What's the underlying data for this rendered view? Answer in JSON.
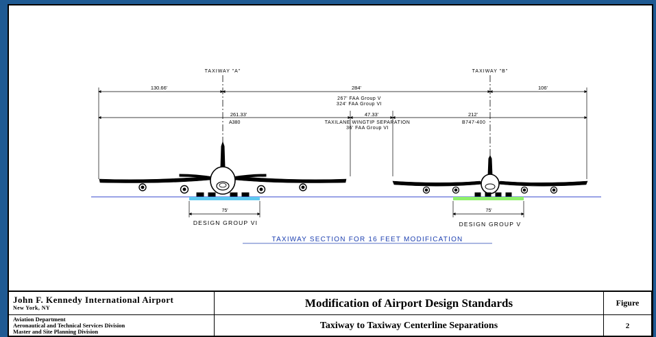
{
  "drawing": {
    "taxiway_a_label": "TAXIWAY \"A\"",
    "taxiway_b_label": "TAXIWAY \"B\"",
    "dim_left_offset": "130.66'",
    "dim_centerline_sep": "284'",
    "dim_faa_v": "267' FAA Group V",
    "dim_faa_vi": "324' FAA Group VI",
    "dim_right_offset": "106'",
    "dim_a380_half": "261.33'",
    "a380_label": "A380",
    "dim_wingtip": "47.33'",
    "wingtip_label": "TAXILANE WINGTIP SEPARATION",
    "wingtip_faa": "36' FAA Group VI",
    "dim_b747_half": "212'",
    "b747_label": "B747-400",
    "pavement_left_width": "75'",
    "pavement_right_width": "75'",
    "design_group_left": "DESIGN GROUP VI",
    "design_group_right": "DESIGN GROUP V",
    "section_title": "TAXIWAY SECTION FOR 16 FEET MODIFICATION",
    "colors": {
      "frame": "#1f5a93",
      "ground_line": "#3344cc",
      "pavement_left": "#5ec8f0",
      "pavement_right": "#8ef06a",
      "title_link": "#1c3fb0"
    }
  },
  "title_block": {
    "org_name": "John F. Kennedy International Airport",
    "org_location": "New York, NY",
    "dept_line1": "Aviation Department",
    "dept_line2": "Aeronautical and Technical Services Division",
    "dept_line3": "Master and Site Planning Division",
    "title": "Modification of Airport Design Standards",
    "subtitle": "Taxiway to Taxiway Centerline Separations",
    "figure_label": "Figure",
    "figure_number": "2"
  }
}
